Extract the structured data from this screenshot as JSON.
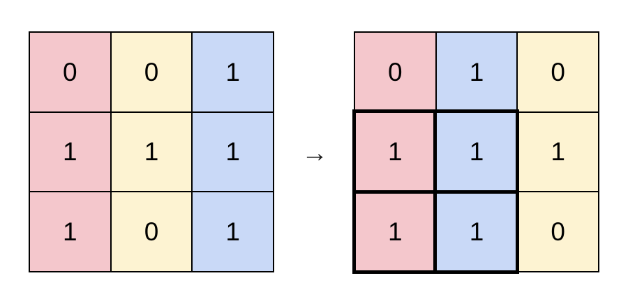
{
  "palette": {
    "pink": "#f4c7cc",
    "yellow": "#fdf3d2",
    "blue": "#c9d9f7",
    "grid_line": "#000000",
    "highlight_border": "#000000",
    "background": "#ffffff"
  },
  "arrow": {
    "symbol": "→"
  },
  "grids": {
    "left": {
      "cells": [
        {
          "value": "0",
          "color": "pink"
        },
        {
          "value": "0",
          "color": "yellow"
        },
        {
          "value": "1",
          "color": "blue"
        },
        {
          "value": "1",
          "color": "pink"
        },
        {
          "value": "1",
          "color": "yellow"
        },
        {
          "value": "1",
          "color": "blue"
        },
        {
          "value": "1",
          "color": "pink"
        },
        {
          "value": "0",
          "color": "yellow"
        },
        {
          "value": "1",
          "color": "blue"
        }
      ]
    },
    "right": {
      "cells": [
        {
          "value": "0",
          "color": "pink"
        },
        {
          "value": "1",
          "color": "blue"
        },
        {
          "value": "0",
          "color": "yellow"
        },
        {
          "value": "1",
          "color": "pink"
        },
        {
          "value": "1",
          "color": "blue"
        },
        {
          "value": "1",
          "color": "yellow"
        },
        {
          "value": "1",
          "color": "pink"
        },
        {
          "value": "1",
          "color": "blue"
        },
        {
          "value": "0",
          "color": "yellow"
        }
      ],
      "highlight_region": {
        "rows": [
          1,
          2
        ],
        "cols": [
          0,
          1
        ]
      }
    }
  }
}
